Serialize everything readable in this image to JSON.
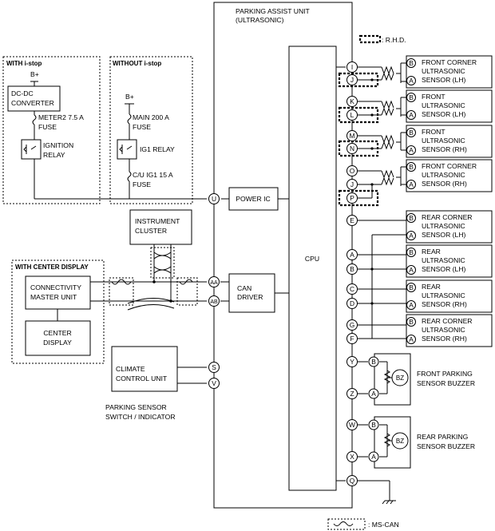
{
  "unit": {
    "title_line1": "PARKING ASSIST UNIT",
    "title_line2": "(ULTRASONIC)",
    "cpu": "CPU",
    "power_ic": "POWER IC",
    "can_driver_line1": "CAN",
    "can_driver_line2": "DRIVER"
  },
  "legend": {
    "rhd": ": R.H.D.",
    "ms_can": ": MS-CAN"
  },
  "with_istop": {
    "heading": "WITH i-stop",
    "bplus": "B+",
    "dcdc_line1": "DC-DC",
    "dcdc_line2": "CONVERTER",
    "fuse_line1": "METER2 7.5 A",
    "fuse_line2": "FUSE",
    "relay_line1": "IGNITION",
    "relay_line2": "RELAY"
  },
  "without_istop": {
    "heading": "WITHOUT i-stop",
    "bplus": "B+",
    "fuse1_line1": "MAIN 200 A",
    "fuse1_line2": "FUSE",
    "relay": "IG1 RELAY",
    "fuse2_line1": "C/U IG1 15 A",
    "fuse2_line2": "FUSE"
  },
  "instrument_cluster": {
    "line1": "INSTRUMENT",
    "line2": "CLUSTER"
  },
  "center_display_group": {
    "heading": "WITH CENTER DISPLAY",
    "cmu_line1": "CONNECTIVITY",
    "cmu_line2": "MASTER UNIT",
    "cd_line1": "CENTER",
    "cd_line2": "DISPLAY"
  },
  "climate": {
    "line1": "CLIMATE",
    "line2": "CONTROL UNIT",
    "switch_line1": "PARKING SENSOR",
    "switch_line2": "SWITCH / INDICATOR"
  },
  "left_pins": [
    "U",
    "AA",
    "AB",
    "S",
    "V"
  ],
  "right_pins": [
    "I",
    "J",
    "K",
    "L",
    "M",
    "N",
    "O",
    "J",
    "P",
    "E",
    "A",
    "B",
    "C",
    "D",
    "G",
    "F",
    "Y",
    "Z",
    "W",
    "X",
    "Q"
  ],
  "sensor_pins": {
    "b": "B",
    "a": "A"
  },
  "sensors": [
    {
      "line1": "FRONT CORNER",
      "line2": "ULTRASONIC",
      "line3": "SENSOR (LH)"
    },
    {
      "line1": "FRONT",
      "line2": "ULTRASONIC",
      "line3": "SENSOR (LH)"
    },
    {
      "line1": "FRONT",
      "line2": "ULTRASONIC",
      "line3": "SENSOR (RH)"
    },
    {
      "line1": "FRONT CORNER",
      "line2": "ULTRASONIC",
      "line3": "SENSOR (RH)"
    },
    {
      "line1": "REAR CORNER",
      "line2": "ULTRASONIC",
      "line3": "SENSOR (LH)"
    },
    {
      "line1": "REAR",
      "line2": "ULTRASONIC",
      "line3": "SENSOR (LH)"
    },
    {
      "line1": "REAR",
      "line2": "ULTRASONIC",
      "line3": "SENSOR (RH)"
    },
    {
      "line1": "REAR CORNER",
      "line2": "ULTRASONIC",
      "line3": "SENSOR (RH)"
    }
  ],
  "buzzers": [
    {
      "line1": "FRONT PARKING",
      "line2": "SENSOR BUZZER",
      "symbol": "BZ"
    },
    {
      "line1": "REAR PARKING",
      "line2": "SENSOR BUZZER",
      "symbol": "BZ"
    }
  ]
}
